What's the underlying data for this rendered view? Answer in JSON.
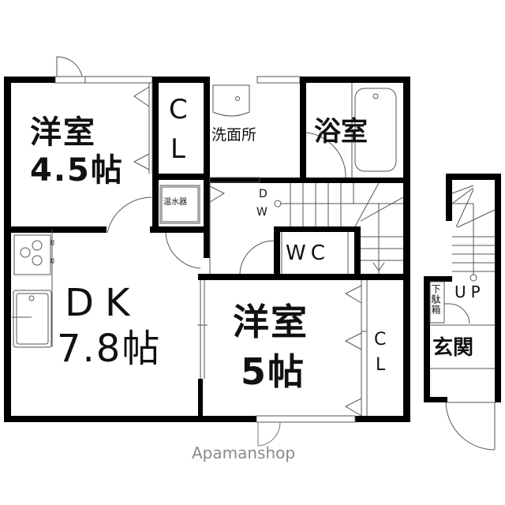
{
  "floorplan": {
    "rooms": {
      "western_room_1": {
        "name": "洋室",
        "size": "4.5帖"
      },
      "closet_1": {
        "label_c": "C",
        "label_l": "L"
      },
      "washroom": {
        "name": "洗面所"
      },
      "bathroom": {
        "name": "浴室"
      },
      "water_heater": {
        "name": "温水器"
      },
      "dw": {
        "label_d": "D",
        "label_w": "W"
      },
      "toilet": {
        "name": "WC"
      },
      "dining_kitchen": {
        "name": "DK",
        "size": "7.8帖"
      },
      "western_room_2": {
        "name": "洋室",
        "size": "5帖"
      },
      "closet_2": {
        "label_c": "C",
        "label_l": "L"
      },
      "shoe_box": {
        "name": "下駄箱"
      },
      "stairs": {
        "label": "UP"
      },
      "entrance": {
        "name": "玄関"
      }
    },
    "watermark": "Apamanshop"
  },
  "colors": {
    "wall": "#000000",
    "line": "#555555",
    "watermark": "#8a8a8a"
  }
}
